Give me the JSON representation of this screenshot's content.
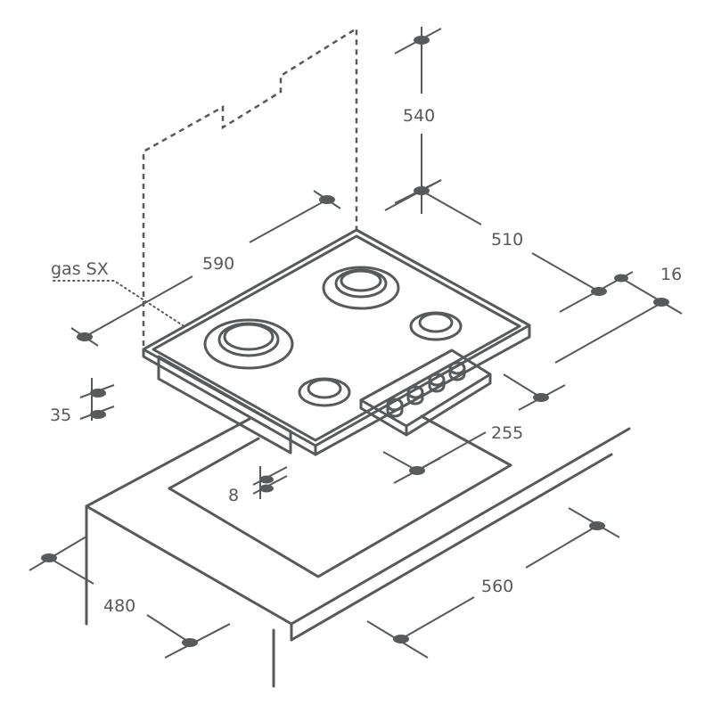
{
  "labels": {
    "model": "gas SX",
    "d590": "590",
    "d540": "540",
    "d510": "510",
    "d16": "16",
    "d35": "35",
    "d255": "255",
    "d8": "8",
    "d480": "480",
    "d560": "560"
  },
  "colors": {
    "line": "#58595b",
    "background": "#ffffff"
  }
}
